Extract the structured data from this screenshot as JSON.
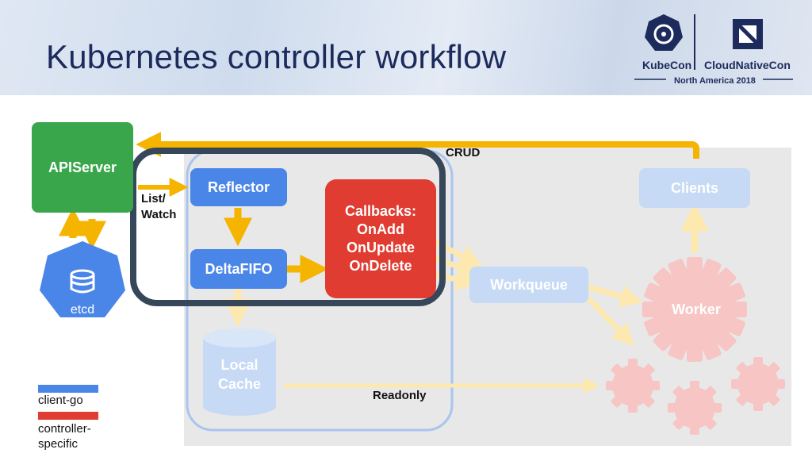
{
  "slide": {
    "title": "Kubernetes controller workflow"
  },
  "logos": {
    "kubecon": "KubeCon",
    "cloudnativecon": "CloudNativeCon",
    "event": "North America 2018"
  },
  "nodes": {
    "apiserver": "APIServer",
    "etcd": "etcd",
    "reflector": "Reflector",
    "deltafifo": "DeltaFIFO",
    "callbacks": [
      "Callbacks:",
      "OnAdd",
      "OnUpdate",
      "OnDelete"
    ],
    "local_cache": [
      "Local",
      "Cache"
    ],
    "workqueue": "Workqueue",
    "clients": "Clients",
    "worker": "Worker"
  },
  "edge_labels": {
    "list_watch": [
      "List/",
      "Watch"
    ],
    "crud": "CRUD",
    "readonly": "Readonly"
  },
  "legend": {
    "client_go": "client-go",
    "controller_specific": [
      "controller-",
      "specific"
    ]
  },
  "colors": {
    "apiserver": "#3aa64c",
    "client_go": "#4a86e8",
    "controller_specific": "#e03c31",
    "arrow": "#f4b400",
    "frame": "#37475a",
    "faded_panel": "#e8e8e8",
    "title": "#1c2a5c"
  }
}
